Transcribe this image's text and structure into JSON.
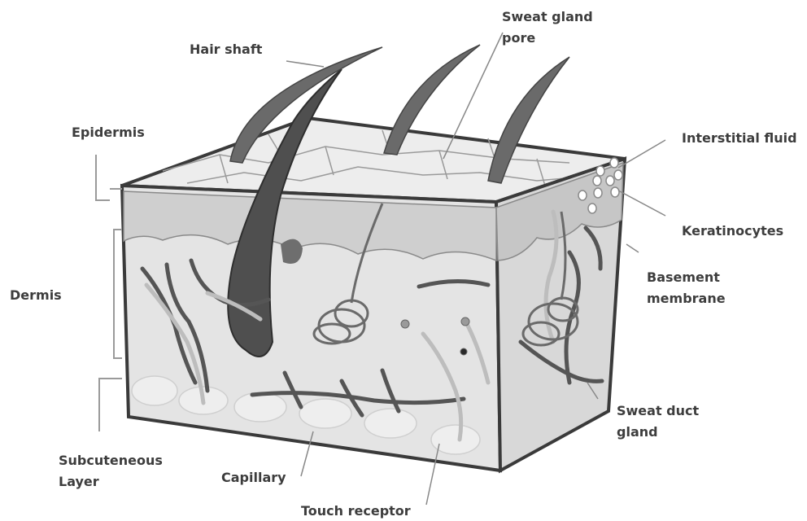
{
  "labels": {
    "hair_shaft": "Hair shaft",
    "sweat_gland_pore": [
      "Sweat gland",
      "pore"
    ],
    "epidermis": "Epidermis",
    "interstitial_fluid": "Interstitial fluid",
    "keratinocytes": "Keratinocytes",
    "dermis": "Dermis",
    "basement_membrane": [
      "Basement",
      "membrane"
    ],
    "sweat_duct_gland": [
      "Sweat duct",
      "gland"
    ],
    "subcutaneous_layer": [
      "Subcuteneous",
      "Layer"
    ],
    "capillary": "Capillary",
    "touch_receptor": "Touch receptor"
  },
  "colors": {
    "text": "#3d3d3d",
    "outline": "#3a3a3a",
    "epidermis_fill": "#e9e9e9",
    "dermis_fill": "#e2e2e2",
    "vessel_dark": "#555555",
    "vessel_light": "#bdbdbd",
    "hair": "#4f4f4f",
    "leader_line": "#888888"
  }
}
